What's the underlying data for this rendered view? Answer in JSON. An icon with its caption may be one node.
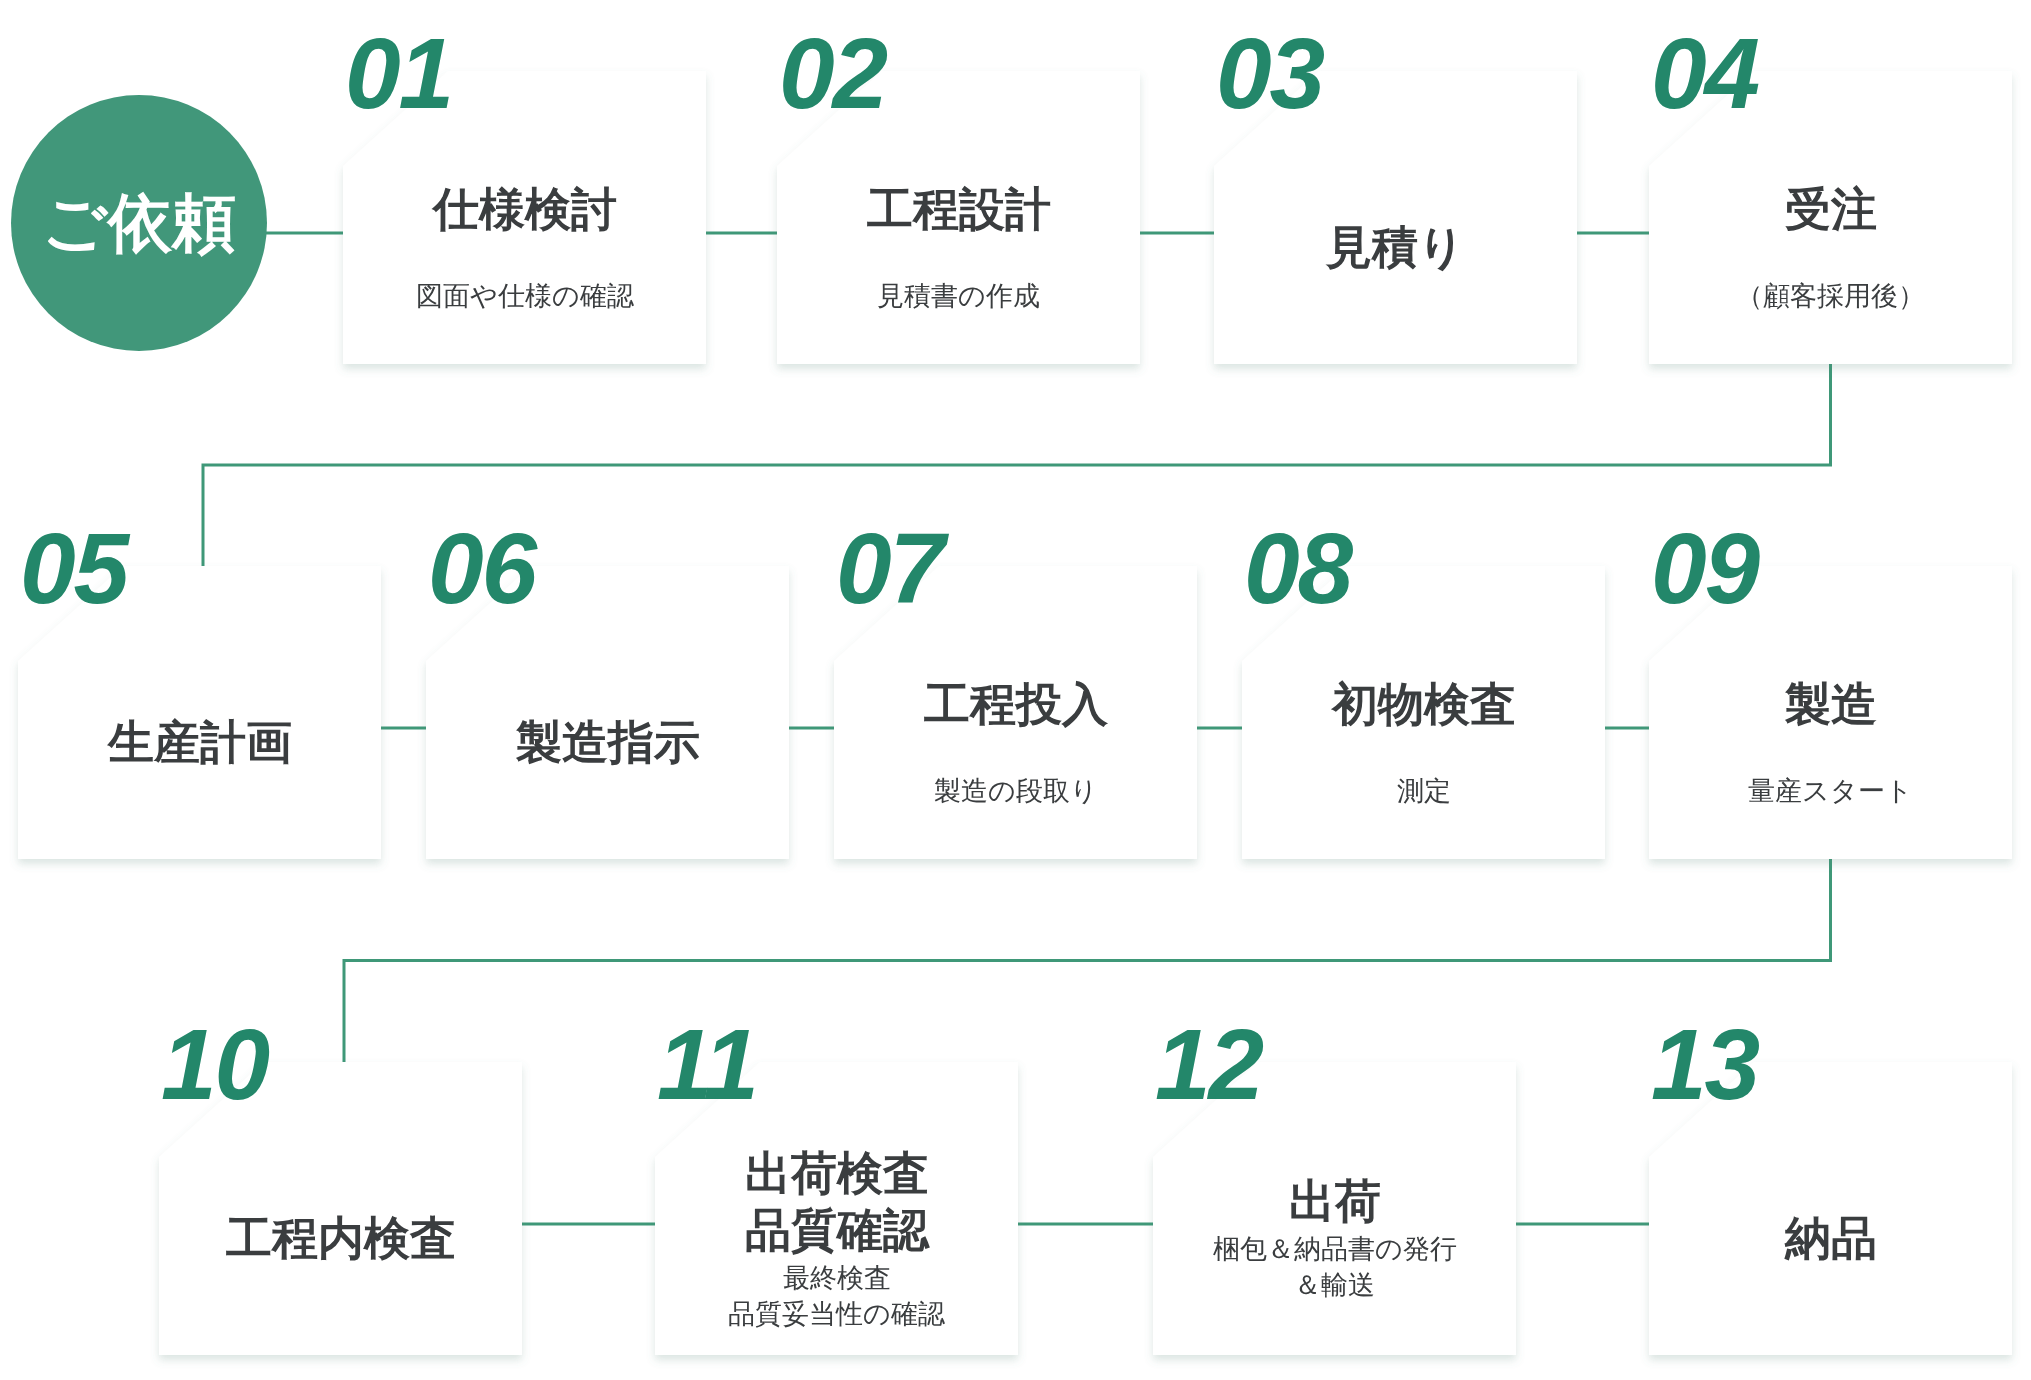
{
  "diagram": {
    "nodes": [
      {
        "text": [
          "ご依頼"
        ]
      },
      {
        "text": [
          "01",
          "仕様検討",
          "図面や仕様の確認"
        ]
      },
      {
        "text": [
          "02",
          "工程設計",
          "見積書の作成"
        ]
      },
      {
        "text": [
          "03",
          "見積り"
        ]
      },
      {
        "text": [
          "04",
          "受注",
          "（顧客採用後）"
        ]
      },
      {
        "text": [
          "05",
          "生産計画"
        ]
      },
      {
        "text": [
          "06",
          "製造指示"
        ]
      },
      {
        "text": [
          "07",
          "工程投入",
          "製造の段取り"
        ]
      },
      {
        "text": [
          "08",
          "初物検査",
          "測定"
        ]
      },
      {
        "text": [
          "09",
          "製造",
          "量産スタート"
        ]
      },
      {
        "text": [
          "10",
          "工程内検査"
        ]
      },
      {
        "text": [
          "11",
          "出荷検査品質確認",
          "最終検査",
          "品質妥当性の確認"
        ]
      },
      {
        "text": [
          "12",
          "出荷",
          "梱包＆納品書の発行",
          "＆輸送"
        ]
      },
      {
        "text": [
          "13",
          "納品"
        ]
      }
    ],
    "edges": [
      {
        "from": 0,
        "to": 1,
        "arrow": "none"
      },
      {
        "from": 1,
        "to": 2,
        "arrow": "none"
      },
      {
        "from": 2,
        "to": 3,
        "arrow": "none"
      },
      {
        "from": 3,
        "to": 4,
        "arrow": "none"
      },
      {
        "from": 4,
        "to": 5,
        "arrow": "none"
      },
      {
        "from": 5,
        "to": 6,
        "arrow": "none"
      },
      {
        "from": 6,
        "to": 7,
        "arrow": "none"
      },
      {
        "from": 7,
        "to": 8,
        "arrow": "none"
      },
      {
        "from": 8,
        "to": 9,
        "arrow": "none"
      },
      {
        "from": 9,
        "to": 10,
        "arrow": "none"
      },
      {
        "from": 10,
        "to": 11,
        "arrow": "none"
      },
      {
        "from": 11,
        "to": 12,
        "arrow": "none"
      },
      {
        "from": 12,
        "to": 13,
        "arrow": "none"
      }
    ]
  }
}
